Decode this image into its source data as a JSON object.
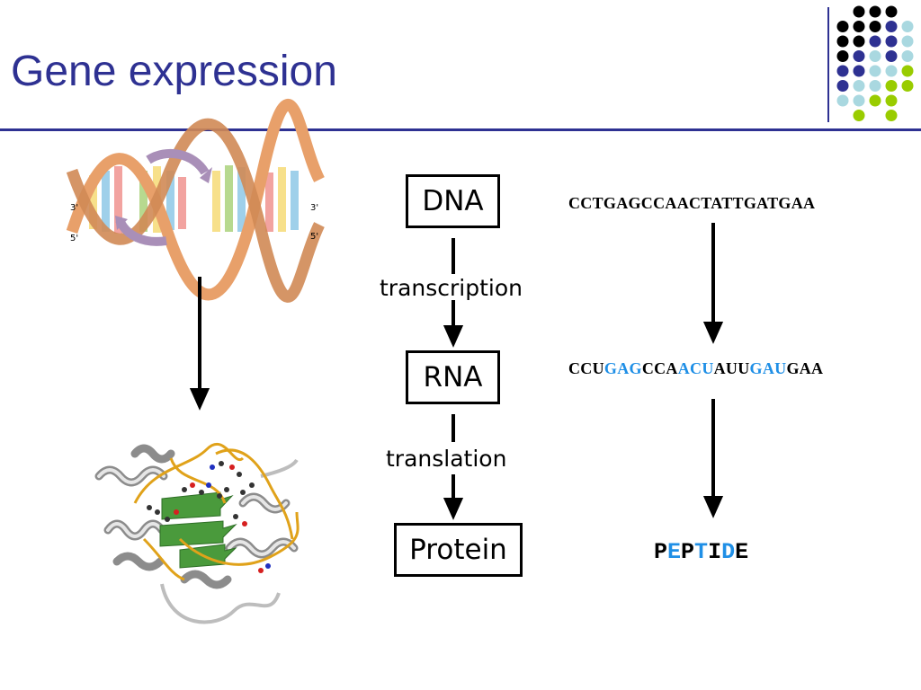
{
  "title": "Gene expression",
  "flow": {
    "dna_label": "DNA",
    "rna_label": "RNA",
    "protein_label": "Protein",
    "transcription_label": "transcription",
    "translation_label": "translation"
  },
  "sequences": {
    "dna": "CCTGAGCCAACTATTGATGAA",
    "rna_segments": [
      {
        "text": "CCU",
        "highlight": false
      },
      {
        "text": "GAG",
        "highlight": true
      },
      {
        "text": "CCA",
        "highlight": false
      },
      {
        "text": "ACU",
        "highlight": true
      },
      {
        "text": "AUU",
        "highlight": false
      },
      {
        "text": "GAU",
        "highlight": true
      },
      {
        "text": "GAA",
        "highlight": false
      }
    ],
    "peptide_letters": [
      {
        "text": "P",
        "highlight": false
      },
      {
        "text": "E",
        "highlight": true
      },
      {
        "text": "P",
        "highlight": false
      },
      {
        "text": "T",
        "highlight": true
      },
      {
        "text": "I",
        "highlight": false
      },
      {
        "text": "D",
        "highlight": true
      },
      {
        "text": "E",
        "highlight": false
      }
    ]
  },
  "helix_labels": {
    "left_3": "3'",
    "left_5": "5'",
    "right_3": "3'",
    "right_5": "5'"
  },
  "colors": {
    "title": "#2e3192",
    "highlight": "#1f8fe6",
    "dot_black": "#000000",
    "dot_indigo": "#2e3192",
    "dot_lightblue": "#a9d8e0",
    "dot_green": "#99cc00"
  }
}
